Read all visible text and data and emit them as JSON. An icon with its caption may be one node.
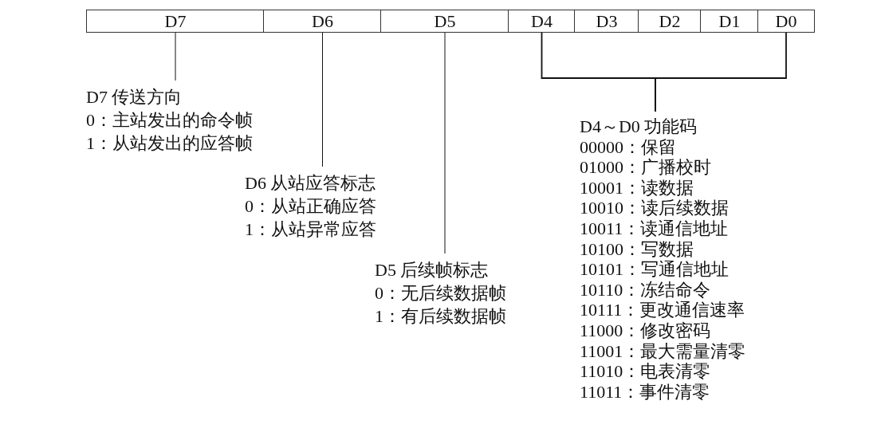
{
  "diagram": {
    "nodes": [
      {
        "text": [
          "D7"
        ]
      },
      {
        "text": [
          "D6"
        ]
      },
      {
        "text": [
          "D5"
        ]
      },
      {
        "text": [
          "D4"
        ]
      },
      {
        "text": [
          "D3"
        ]
      },
      {
        "text": [
          "D2"
        ]
      },
      {
        "text": [
          "D1"
        ]
      },
      {
        "text": [
          "D0"
        ]
      },
      {
        "text": [
          "D7 传送方向",
          "0：主站发出的命令帧",
          "1：从站发出的应答帧"
        ]
      },
      {
        "text": [
          "D6 从站应答标志",
          "0：从站正确应答",
          "1：从站异常应答"
        ]
      },
      {
        "text": [
          "D5 后续帧标志",
          "0：无后续数据帧",
          "1：有后续数据帧"
        ]
      },
      {
        "text": [
          "D4～D0 功能码",
          "00000：保留",
          "01000：广播校时",
          "10001：读数据",
          "10010：读后续数据",
          "10011：读通信地址",
          "10100：写数据",
          "10101：写通信地址",
          "10110：冻结命令",
          "10111：更改通信速率",
          "11000：修改密码",
          "11001：最大需量清零",
          "11010：电表清零",
          "11011：事件清零"
        ]
      }
    ],
    "edges": [
      {
        "from": 0,
        "to": 8,
        "arrow": "none"
      },
      {
        "from": 1,
        "to": 9,
        "arrow": "none"
      },
      {
        "from": 2,
        "to": 10,
        "arrow": "none"
      },
      {
        "from": 3,
        "to": 11,
        "arrow": "none"
      },
      {
        "from": 7,
        "to": 11,
        "arrow": "none"
      }
    ]
  }
}
